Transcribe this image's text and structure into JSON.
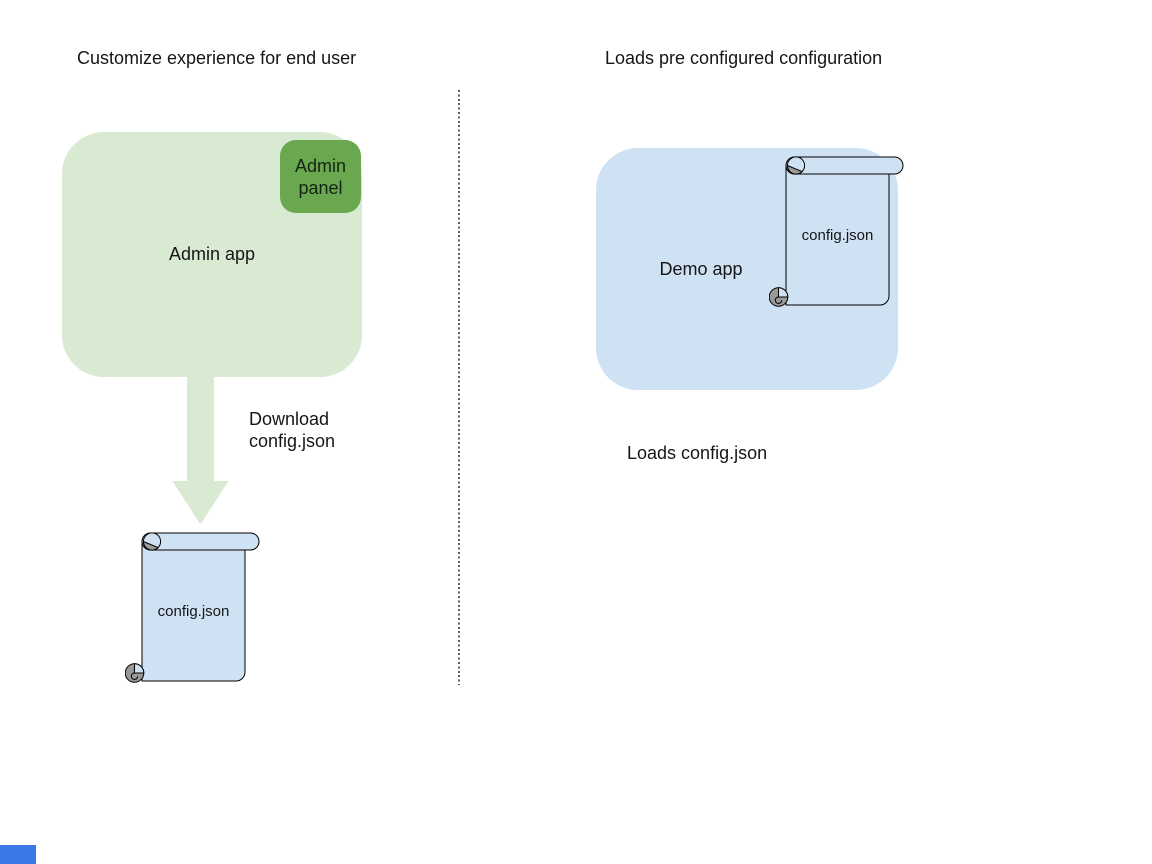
{
  "colors": {
    "light_green": "#d9ead3",
    "green": "#6aa84f",
    "light_blue": "#cfe2f3",
    "curl_gray": "#999999",
    "outline": "#000000",
    "corner_blue": "#3b78e7"
  },
  "left_panel": {
    "title": "Customize experience for end user",
    "admin_app": {
      "label": "Admin app",
      "admin_panel_label": "Admin panel"
    },
    "arrow_label": "Download\nconfig.json",
    "config_file": {
      "label": "config.json"
    }
  },
  "right_panel": {
    "title": "Loads pre configured configuration",
    "demo_app": {
      "label": "Demo app"
    },
    "config_file": {
      "label": "config.json"
    },
    "caption": "Loads config.json"
  }
}
